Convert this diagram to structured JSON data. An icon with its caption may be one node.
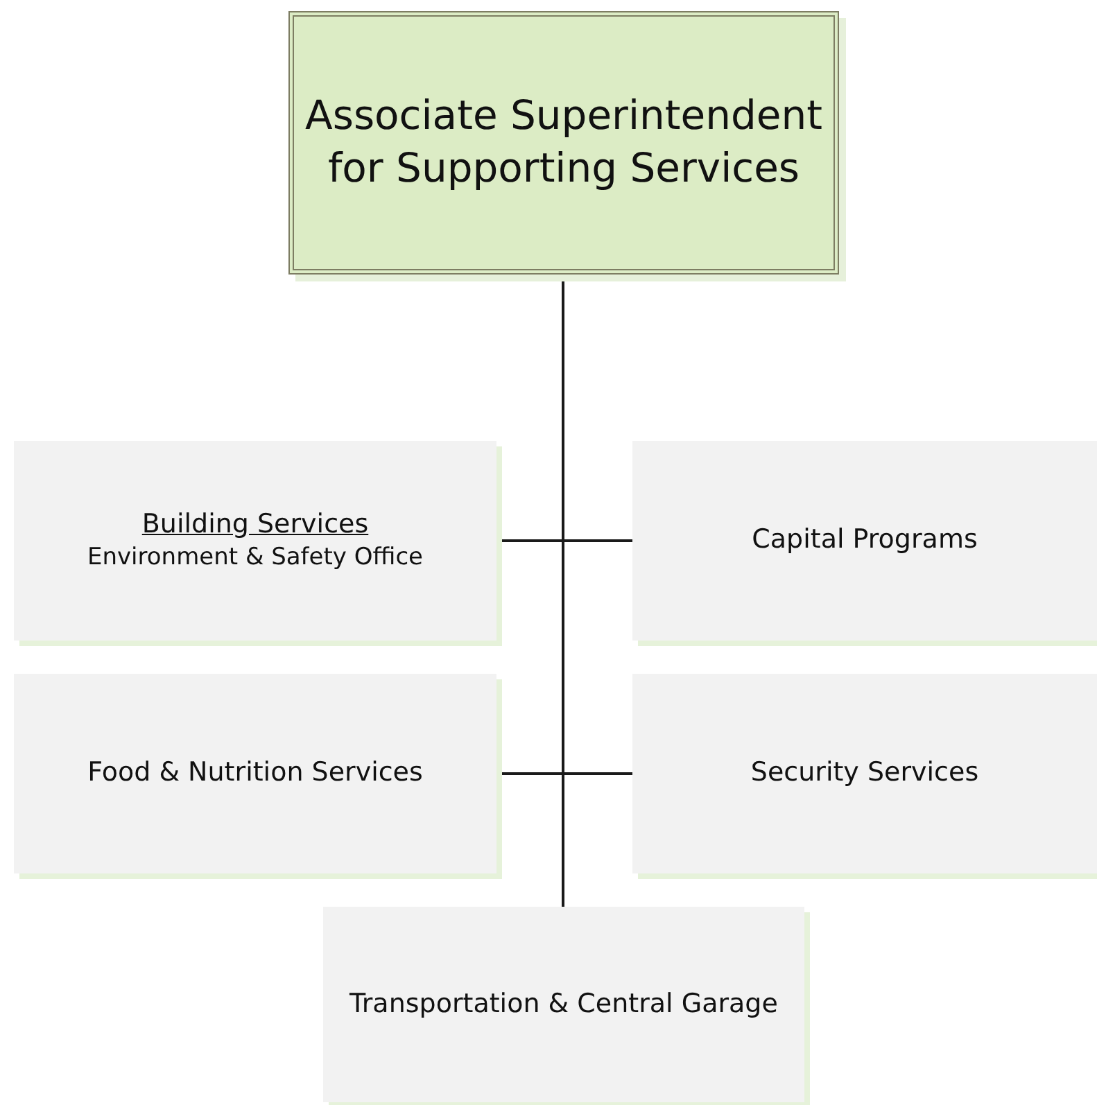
{
  "diagram": {
    "nodes": [
      {
        "text": [
          "Associate Superintendent  for Supporting Services"
        ]
      },
      {
        "text": [
          "Building Services",
          "Environment & Safety Office"
        ]
      },
      {
        "text": [
          "Capital Programs"
        ]
      },
      {
        "text": [
          "Food & Nutrition Services"
        ]
      },
      {
        "text": [
          "Security Services"
        ]
      },
      {
        "text": [
          "Transportation & Central Garage"
        ]
      }
    ],
    "edges": [
      {
        "from": 0,
        "to": 1,
        "arrow": "none"
      },
      {
        "from": 0,
        "to": 2,
        "arrow": "none"
      },
      {
        "from": 0,
        "to": 3,
        "arrow": "none"
      },
      {
        "from": 0,
        "to": 4,
        "arrow": "none"
      },
      {
        "from": 0,
        "to": 5,
        "arrow": "none"
      }
    ]
  }
}
